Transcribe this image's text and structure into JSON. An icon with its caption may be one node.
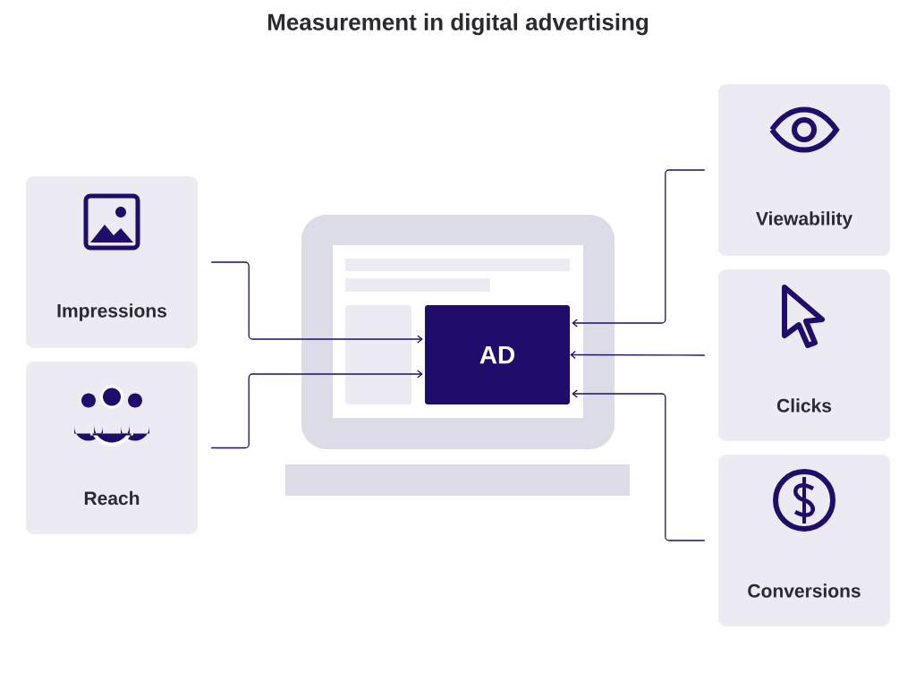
{
  "diagram": {
    "title": "Measurement in digital advertising",
    "nodes": [
      {
        "text": [
          "Impressions"
        ]
      },
      {
        "text": [
          "Reach"
        ]
      },
      {
        "text": [
          "AD"
        ]
      },
      {
        "text": [
          "Viewability"
        ]
      },
      {
        "text": [
          "Clicks"
        ]
      },
      {
        "text": [
          "Conversions"
        ]
      }
    ],
    "edges": [
      {
        "from": 0,
        "to": 2,
        "arrow": "to"
      },
      {
        "from": 1,
        "to": 2,
        "arrow": "to"
      },
      {
        "from": 3,
        "to": 2,
        "arrow": "to"
      },
      {
        "from": 4,
        "to": 2,
        "arrow": "to"
      },
      {
        "from": 5,
        "to": 2,
        "arrow": "to"
      }
    ]
  }
}
